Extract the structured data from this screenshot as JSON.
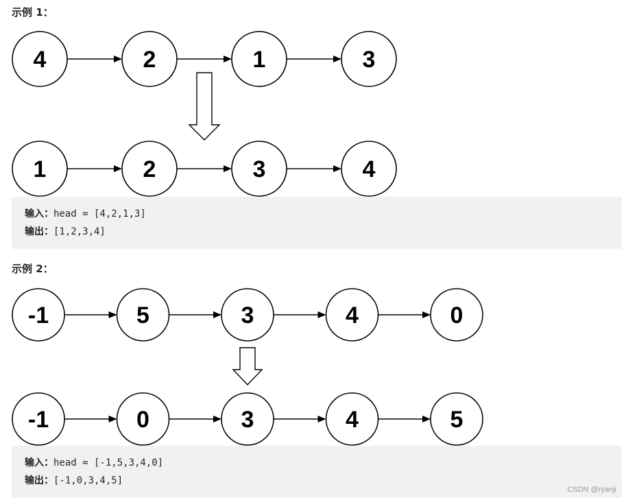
{
  "examples": [
    {
      "heading": "示例 1：",
      "input_nodes": [
        "4",
        "2",
        "1",
        "3"
      ],
      "output_nodes": [
        "1",
        "2",
        "3",
        "4"
      ],
      "input_key": "输入：",
      "input_value": "head = [4,2,1,3]",
      "output_key": "输出：",
      "output_value": "[1,2,3,4]"
    },
    {
      "heading": "示例 2：",
      "input_nodes": [
        "-1",
        "5",
        "3",
        "4",
        "0"
      ],
      "output_nodes": [
        "-1",
        "0",
        "3",
        "4",
        "5"
      ],
      "input_key": "输入：",
      "input_value": "head = [-1,5,3,4,0]",
      "output_key": "输出：",
      "output_value": "[-1,0,3,4,5]"
    }
  ],
  "watermark": "CSDN @ryanji",
  "colors": {
    "stroke": "#000000",
    "node_fill": "#ffffff",
    "codebox_bg": "#f0f1f3",
    "text": "#262626",
    "watermark": "#999999"
  }
}
